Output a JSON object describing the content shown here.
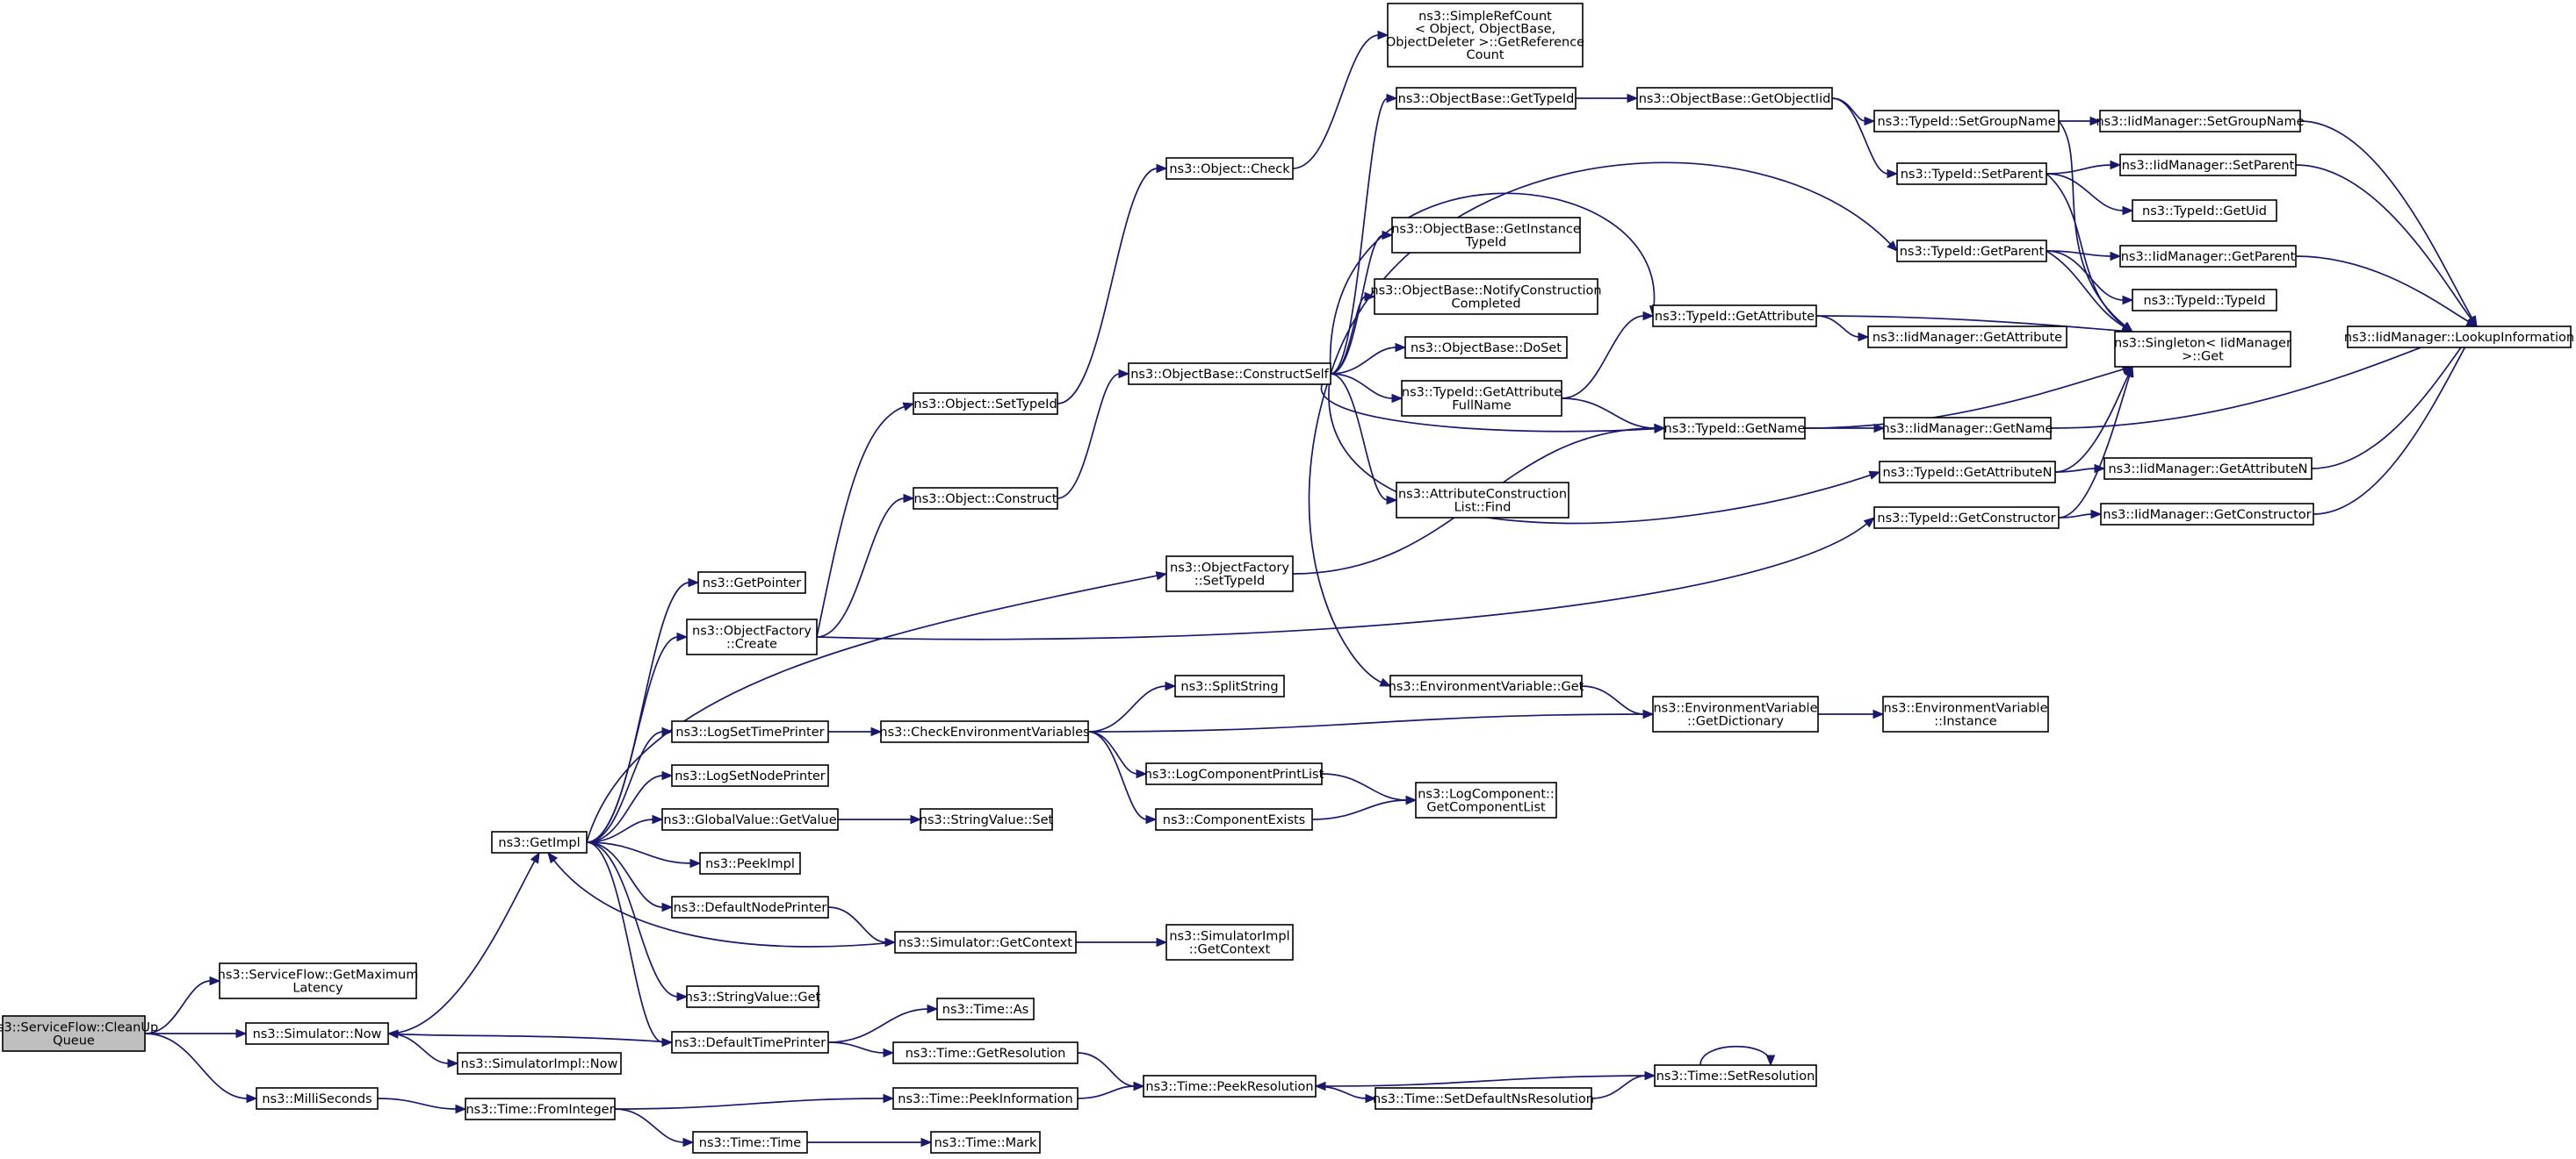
{
  "graph": {
    "edge_color": "#191970",
    "root_fill": "#bfbfbf",
    "nodes": {
      "cleanup": {
        "lines": [
          "ns3::ServiceFlow::CleanUp",
          "Queue"
        ],
        "root": true
      },
      "getmaxlat": {
        "lines": [
          "ns3::ServiceFlow::GetMaximum",
          "Latency"
        ]
      },
      "simnow": {
        "lines": [
          "ns3::Simulator::Now"
        ]
      },
      "millisec": {
        "lines": [
          "ns3::MilliSeconds"
        ]
      },
      "getimpl": {
        "lines": [
          "ns3::GetImpl"
        ]
      },
      "simimplnow": {
        "lines": [
          "ns3::SimulatorImpl::Now"
        ]
      },
      "fromint": {
        "lines": [
          "ns3::Time::FromInteger"
        ]
      },
      "getpointer": {
        "lines": [
          "ns3::GetPointer"
        ]
      },
      "ofcreate": {
        "lines": [
          "ns3::ObjectFactory",
          "::Create"
        ]
      },
      "logsettime": {
        "lines": [
          "ns3::LogSetTimePrinter"
        ]
      },
      "logsetnode": {
        "lines": [
          "ns3::LogSetNodePrinter"
        ]
      },
      "gvgetvalue": {
        "lines": [
          "ns3::GlobalValue::GetValue"
        ]
      },
      "peekimpl": {
        "lines": [
          "ns3::PeekImpl"
        ]
      },
      "defnodeprinter": {
        "lines": [
          "ns3::DefaultNodePrinter"
        ]
      },
      "svget": {
        "lines": [
          "ns3::StringValue::Get"
        ]
      },
      "deftimeprinter": {
        "lines": [
          "ns3::DefaultTimePrinter"
        ]
      },
      "timetime": {
        "lines": [
          "ns3::Time::Time"
        ]
      },
      "objsettypeid": {
        "lines": [
          "ns3::Object::SetTypeId"
        ]
      },
      "objconstruct": {
        "lines": [
          "ns3::Object::Construct"
        ]
      },
      "checkenv": {
        "lines": [
          "ns3::CheckEnvironmentVariables"
        ]
      },
      "svset": {
        "lines": [
          "ns3::StringValue::Set"
        ]
      },
      "simgetctx": {
        "lines": [
          "ns3::Simulator::GetContext"
        ]
      },
      "timeas": {
        "lines": [
          "ns3::Time::As"
        ]
      },
      "timegetres": {
        "lines": [
          "ns3::Time::GetResolution"
        ]
      },
      "timepeekinfo": {
        "lines": [
          "ns3::Time::PeekInformation"
        ]
      },
      "timemark": {
        "lines": [
          "ns3::Time::Mark"
        ]
      },
      "objcheck": {
        "lines": [
          "ns3::Object::Check"
        ]
      },
      "obcs": {
        "lines": [
          "ns3::ObjectBase::ConstructSelf"
        ]
      },
      "ofsettypeid": {
        "lines": [
          "ns3::ObjectFactory",
          "::SetTypeId"
        ]
      },
      "splitstring": {
        "lines": [
          "ns3::SplitString"
        ]
      },
      "logcompprint": {
        "lines": [
          "ns3::LogComponentPrintList"
        ]
      },
      "compexists": {
        "lines": [
          "ns3::ComponentExists"
        ]
      },
      "simimplctx": {
        "lines": [
          "ns3::SimulatorImpl",
          "::GetContext"
        ]
      },
      "timepeekres": {
        "lines": [
          "ns3::Time::PeekResolution"
        ]
      },
      "simplerefcount": {
        "lines": [
          "ns3::SimpleRefCount",
          "< Object, ObjectBase,",
          " ObjectDeleter >::GetReference",
          "Count"
        ]
      },
      "obgettypeid": {
        "lines": [
          "ns3::ObjectBase::GetTypeId"
        ]
      },
      "obgetinst": {
        "lines": [
          "ns3::ObjectBase::GetInstance",
          "TypeId"
        ]
      },
      "obnotify": {
        "lines": [
          "ns3::ObjectBase::NotifyConstruction",
          "Completed"
        ]
      },
      "obdoset": {
        "lines": [
          "ns3::ObjectBase::DoSet"
        ]
      },
      "tidgetattrfull": {
        "lines": [
          "ns3::TypeId::GetAttribute",
          "FullName"
        ]
      },
      "acfind": {
        "lines": [
          "ns3::AttributeConstruction",
          "List::Find"
        ]
      },
      "envget": {
        "lines": [
          "ns3::EnvironmentVariable::Get"
        ]
      },
      "lcgetlist": {
        "lines": [
          "ns3::LogComponent::",
          "GetComponentList"
        ]
      },
      "timesetdefns": {
        "lines": [
          "ns3::Time::SetDefaultNsResolution"
        ]
      },
      "obgetobjtid": {
        "lines": [
          "ns3::ObjectBase::GetObjectIid"
        ]
      },
      "tidgetattr": {
        "lines": [
          "ns3::TypeId::GetAttribute"
        ]
      },
      "tidgetname": {
        "lines": [
          "ns3::TypeId::GetName"
        ]
      },
      "envgetdict": {
        "lines": [
          "ns3::EnvironmentVariable",
          "::GetDictionary"
        ]
      },
      "timesetres": {
        "lines": [
          "ns3::Time::SetResolution"
        ]
      },
      "tidsetgroup": {
        "lines": [
          "ns3::TypeId::SetGroupName"
        ]
      },
      "tidsetparent": {
        "lines": [
          "ns3::TypeId::SetParent"
        ]
      },
      "tidgetparent": {
        "lines": [
          "ns3::TypeId::GetParent"
        ]
      },
      "tidgetattrn": {
        "lines": [
          "ns3::TypeId::GetAttributeN"
        ]
      },
      "tidgetctor": {
        "lines": [
          "ns3::TypeId::GetConstructor"
        ]
      },
      "envinstance": {
        "lines": [
          "ns3::EnvironmentVariable",
          "::Instance"
        ]
      },
      "iidsetgroup": {
        "lines": [
          "ns3::IidManager::SetGroupName"
        ]
      },
      "iidsetparent": {
        "lines": [
          "ns3::IidManager::SetParent"
        ]
      },
      "tidgetuid": {
        "lines": [
          "ns3::TypeId::GetUid"
        ]
      },
      "iidgetparent": {
        "lines": [
          "ns3::IidManager::GetParent"
        ]
      },
      "tidtypeid": {
        "lines": [
          "ns3::TypeId::TypeId"
        ]
      },
      "iidgetattr": {
        "lines": [
          "ns3::IidManager::GetAttribute"
        ]
      },
      "singleton": {
        "lines": [
          "ns3::Singleton< IidManager",
          " >::Get"
        ]
      },
      "iidgetname": {
        "lines": [
          "ns3::IidManager::GetName"
        ]
      },
      "iidgetattrn": {
        "lines": [
          "ns3::IidManager::GetAttributeN"
        ]
      },
      "iidgetctor": {
        "lines": [
          "ns3::IidManager::GetConstructor"
        ]
      },
      "iidlookup": {
        "lines": [
          "ns3::IidManager::LookupInformation"
        ]
      }
    },
    "edges": [
      [
        "cleanup",
        "getmaxlat"
      ],
      [
        "cleanup",
        "simnow"
      ],
      [
        "cleanup",
        "millisec"
      ],
      [
        "simnow",
        "getimpl"
      ],
      [
        "simnow",
        "simimplnow"
      ],
      [
        "millisec",
        "fromint"
      ],
      [
        "getimpl",
        "getpointer"
      ],
      [
        "getimpl",
        "ofcreate"
      ],
      [
        "getimpl",
        "logsettime"
      ],
      [
        "getimpl",
        "logsetnode"
      ],
      [
        "getimpl",
        "gvgetvalue"
      ],
      [
        "getimpl",
        "peekimpl"
      ],
      [
        "getimpl",
        "defnodeprinter"
      ],
      [
        "getimpl",
        "svget"
      ],
      [
        "getimpl",
        "deftimeprinter"
      ],
      [
        "getimpl",
        "ofsettypeid"
      ],
      [
        "fromint",
        "timetime"
      ],
      [
        "fromint",
        "timepeekinfo"
      ],
      [
        "ofcreate",
        "objsettypeid"
      ],
      [
        "ofcreate",
        "objconstruct"
      ],
      [
        "ofcreate",
        "tidgetctor"
      ],
      [
        "logsettime",
        "checkenv"
      ],
      [
        "gvgetvalue",
        "svset"
      ],
      [
        "defnodeprinter",
        "simgetctx"
      ],
      [
        "deftimeprinter",
        "simnow"
      ],
      [
        "deftimeprinter",
        "timeas"
      ],
      [
        "deftimeprinter",
        "timegetres"
      ],
      [
        "timetime",
        "timemark"
      ],
      [
        "objsettypeid",
        "objcheck"
      ],
      [
        "objconstruct",
        "obcs"
      ],
      [
        "checkenv",
        "splitstring"
      ],
      [
        "checkenv",
        "logcompprint"
      ],
      [
        "checkenv",
        "compexists"
      ],
      [
        "checkenv",
        "envgetdict"
      ],
      [
        "simgetctx",
        "getimpl"
      ],
      [
        "simgetctx",
        "simimplctx"
      ],
      [
        "timegetres",
        "timepeekres"
      ],
      [
        "timepeekinfo",
        "timepeekres"
      ],
      [
        "objcheck",
        "simplerefcount"
      ],
      [
        "obcs",
        "obgettypeid"
      ],
      [
        "obcs",
        "obgetinst"
      ],
      [
        "obcs",
        "obnotify"
      ],
      [
        "obcs",
        "obdoset"
      ],
      [
        "obcs",
        "tidgetattrfull"
      ],
      [
        "obcs",
        "acfind"
      ],
      [
        "obcs",
        "envget"
      ],
      [
        "obcs",
        "tidgetattr"
      ],
      [
        "obcs",
        "tidgetname"
      ],
      [
        "obcs",
        "tidgetparent"
      ],
      [
        "obcs",
        "tidgetattrn"
      ],
      [
        "ofsettypeid",
        "tidgetname"
      ],
      [
        "logcompprint",
        "lcgetlist"
      ],
      [
        "compexists",
        "lcgetlist"
      ],
      [
        "timepeekres",
        "timesetdefns"
      ],
      [
        "obgettypeid",
        "obgetobjtid"
      ],
      [
        "tidgetattrfull",
        "tidgetattr"
      ],
      [
        "tidgetattrfull",
        "tidgetname"
      ],
      [
        "envget",
        "envgetdict"
      ],
      [
        "timesetdefns",
        "timesetres"
      ],
      [
        "obgetobjtid",
        "tidsetgroup"
      ],
      [
        "obgetobjtid",
        "tidsetparent"
      ],
      [
        "tidgetattr",
        "iidgetattr"
      ],
      [
        "tidgetattr",
        "singleton"
      ],
      [
        "tidgetname",
        "iidgetname"
      ],
      [
        "tidgetname",
        "singleton"
      ],
      [
        "envgetdict",
        "envinstance"
      ],
      [
        "timesetres",
        "timepeekres"
      ],
      [
        "timesetres",
        "timesetres"
      ],
      [
        "tidsetgroup",
        "iidsetgroup"
      ],
      [
        "tidsetgroup",
        "singleton"
      ],
      [
        "tidsetparent",
        "iidsetparent"
      ],
      [
        "tidsetparent",
        "tidgetuid"
      ],
      [
        "tidsetparent",
        "singleton"
      ],
      [
        "tidgetparent",
        "iidgetparent"
      ],
      [
        "tidgetparent",
        "tidtypeid"
      ],
      [
        "tidgetparent",
        "singleton"
      ],
      [
        "tidgetattrn",
        "iidgetattrn"
      ],
      [
        "tidgetattrn",
        "singleton"
      ],
      [
        "tidgetctor",
        "iidgetctor"
      ],
      [
        "tidgetctor",
        "singleton"
      ],
      [
        "iidsetgroup",
        "iidlookup"
      ],
      [
        "iidsetparent",
        "iidlookup"
      ],
      [
        "iidgetparent",
        "iidlookup"
      ],
      [
        "iidgetname",
        "iidlookup"
      ],
      [
        "iidgetattrn",
        "iidlookup"
      ],
      [
        "iidgetctor",
        "iidlookup"
      ]
    ]
  }
}
